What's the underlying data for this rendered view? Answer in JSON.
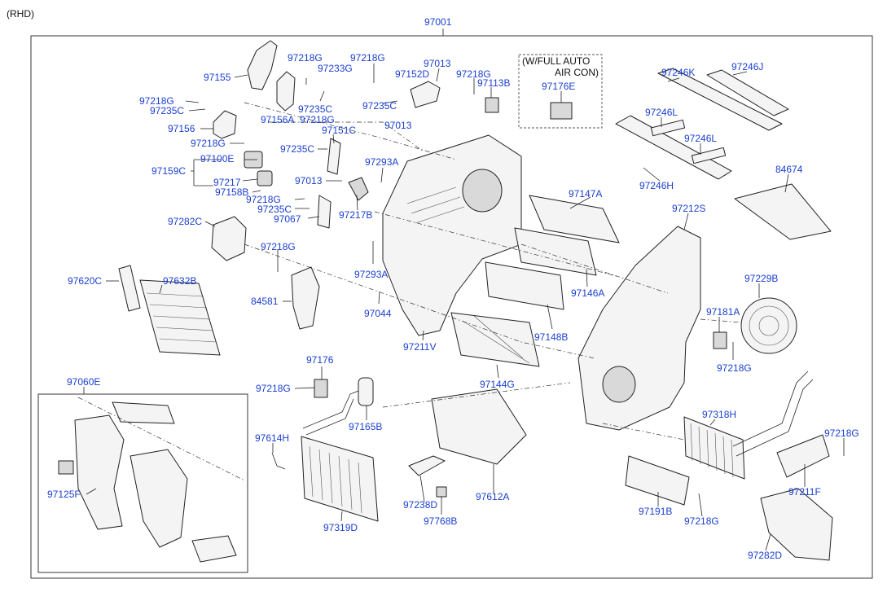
{
  "corner_note": "(RHD)",
  "assembly_label": "97001",
  "option_note": {
    "line1": "(W/FULL AUTO",
    "line2": "AIR CON)"
  },
  "colors": {
    "label": "#1a3fd0",
    "line": "#222222"
  },
  "labels": {
    "l97155": "97155",
    "l97218G_a": "97218G",
    "l97233G": "97233G",
    "l97218G_b": "97218G",
    "l97013_a": "97013",
    "l97152D": "97152D",
    "l97218G_c": "97218G",
    "l97113B": "97113B",
    "l97176E": "97176E",
    "l97218G_d": "97218G",
    "l97235C_a": "97235C",
    "l97235C_b": "97235C",
    "l97235C_c": "97235C",
    "l97156A": "97156A",
    "l97218G_e": "97218G",
    "l97156": "97156",
    "l97013_b": "97013",
    "l97218G_f": "97218G",
    "l97235C_d": "97235C",
    "l97151C": "97151C",
    "l97100E": "97100E",
    "l97159C": "97159C",
    "l97217": "97217",
    "l97013_c": "97013",
    "l97158B": "97158B",
    "l97218G_g": "97218G",
    "l97235C_e": "97235C",
    "l97067": "97067",
    "l97217B": "97217B",
    "l97293A_a": "97293A",
    "l97282C": "97282C",
    "l97218G_h": "97218G",
    "l97293A_b": "97293A",
    "l97620C": "97620C",
    "l97632B": "97632B",
    "l84581": "84581",
    "l97044": "97044",
    "l97211V": "97211V",
    "l97147A": "97147A",
    "l97146A": "97146A",
    "l97148B": "97148B",
    "l97144G": "97144G",
    "l97246K": "97246K",
    "l97246J": "97246J",
    "l97246L_a": "97246L",
    "l97246L_b": "97246L",
    "l97246H": "97246H",
    "l84674": "84674",
    "l97212S": "97212S",
    "l97229B": "97229B",
    "l97181A": "97181A",
    "l97218G_i": "97218G",
    "l97318H": "97318H",
    "l97218G_j": "97218G",
    "l97211F": "97211F",
    "l97191B": "97191B",
    "l97218G_k": "97218G",
    "l97282D": "97282D",
    "l97060E": "97060E",
    "l97125F": "97125F",
    "l97176": "97176",
    "l97218G_l": "97218G",
    "l97165B": "97165B",
    "l97614H": "97614H",
    "l97319D": "97319D",
    "l97238D": "97238D",
    "l97768B": "97768B",
    "l97612A": "97612A"
  }
}
